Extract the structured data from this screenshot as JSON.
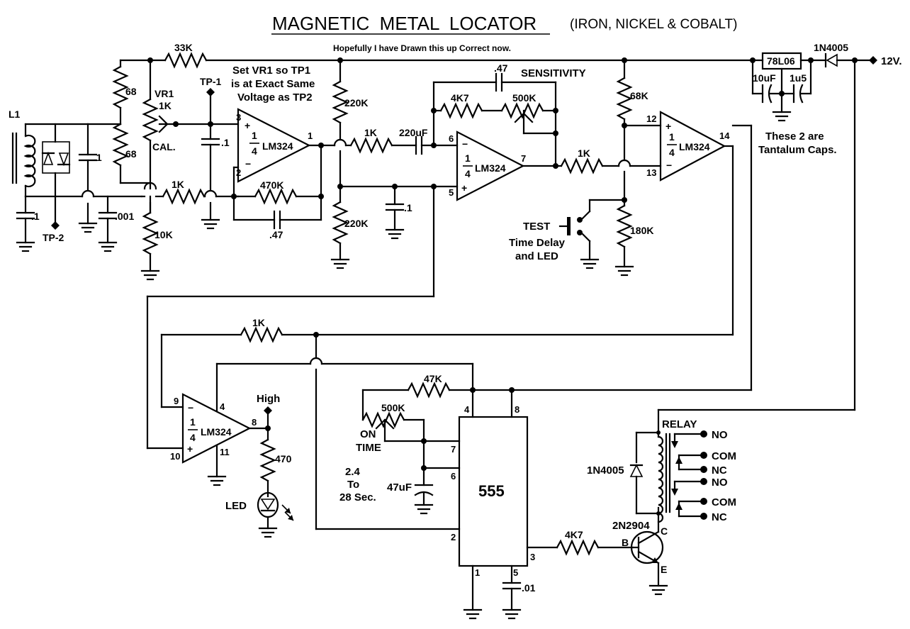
{
  "title": "MAGNETIC  METAL  LOCATOR",
  "subtitle": "(IRON, NICKEL & COBALT)",
  "note_drawn": "Hopefully I have Drawn this up Correct now.",
  "note_vr1": [
    "Set VR1 so TP1",
    "is at Exact Same",
    "Voltage as TP2"
  ],
  "note_tantalum": [
    "These 2 are",
    "Tantalum Caps."
  ],
  "note_test": [
    "Time Delay",
    "and LED"
  ],
  "note_ontime": [
    "2.4",
    "To",
    "28 Sec."
  ],
  "labels": {
    "l1": "L1",
    "tp1": "TP-1",
    "tp2": "TP-2",
    "vr1": "VR1",
    "vr1_val": "1K",
    "cal": "CAL.",
    "r33k": "33K",
    "r68a": "68",
    "r68b": "68",
    "r10k": "10K",
    "r1k_a": "1K",
    "r470k": "470K",
    "c047a": ".47",
    "c01a": ".1",
    "c01b": ".1",
    "c01c": ".1",
    "c0001": ".001",
    "c01d": ".1",
    "r220k_a": "220K",
    "r220k_b": "220K",
    "r1k_b": "1K",
    "c220uf": "220uF",
    "c047b": ".47",
    "sensitivity": "SENSITIVITY",
    "r4k7_a": "4K7",
    "r500k_a": "500K",
    "r68k": "68K",
    "r1k_c": "1K",
    "r180k": "180K",
    "test": "TEST",
    "reg": "78L06",
    "diode_top": "1N4005",
    "v12": "12V.",
    "c10uf": "10uF",
    "c1u5": "1u5",
    "r1k_d": "1K",
    "high": "High",
    "r470": "470",
    "led": "LED",
    "r47k": "47K",
    "r500k_b": "500K",
    "on": "ON",
    "time": "TIME",
    "c47uf": "47uF",
    "ic555": "555",
    "r4k7_b": "4K7",
    "c001": ".01",
    "relay": "RELAY",
    "diode_relay": "1N4005",
    "transistor": "2N2904",
    "tr_b": "B",
    "tr_c": "C",
    "tr_e": "E",
    "no1": "NO",
    "com1": "COM",
    "nc1": "NC",
    "no2": "NO",
    "com2": "COM",
    "nc2": "NC"
  },
  "opamp": {
    "part": "LM324",
    "frac_num": "1",
    "frac_den": "4"
  },
  "pins": {
    "u1_plus": "3",
    "u1_minus": "2",
    "u1_out": "1",
    "u2_minus": "6",
    "u2_plus": "5",
    "u2_out": "7",
    "u3_plus": "12",
    "u3_minus": "13",
    "u3_out": "14",
    "u4_minus": "9",
    "u4_plus": "10",
    "u4_vcc": "4",
    "u4_gnd": "11",
    "u4_out": "8",
    "t_4": "4",
    "t_8": "8",
    "t_7": "7",
    "t_6": "6",
    "t_2": "2",
    "t_1": "1",
    "t_5": "5",
    "t_3": "3"
  },
  "op_minus": "−",
  "op_plus": "+"
}
